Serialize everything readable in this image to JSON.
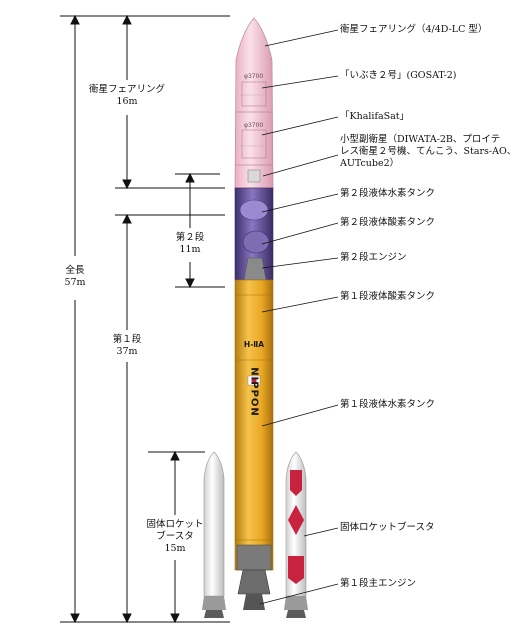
{
  "colors": {
    "fairing": "#f4c6d6",
    "fairing_edge": "#b98a9b",
    "body": "#e9a825",
    "body_dark": "#b57c10",
    "stage2": "#6a54a0",
    "booster": "#f3f3f3",
    "booster_accent": "#c7233f",
    "nozzle": "#6c6c6c"
  },
  "rocket_text": {
    "model": "H-ⅡA",
    "brand": "NIPPON",
    "fairing_dia_1": "φ3700",
    "fairing_dia_2": "φ3700"
  },
  "dimensions": {
    "total": {
      "label": "全長",
      "value": "57m"
    },
    "fairing": {
      "label": "衛星フェアリング",
      "value": "16m"
    },
    "stage2": {
      "label": "第２段",
      "value": "11m"
    },
    "stage1": {
      "label": "第１段",
      "value": "37m"
    },
    "srb": {
      "label_1": "固体ロケット",
      "label_2": "ブースタ",
      "value": "15m"
    }
  },
  "callouts": [
    {
      "lines": [
        "衛星フェアリング（4/4D-LC 型）"
      ]
    },
    {
      "lines": [
        "「いぶき２号」(GOSAT-2)"
      ]
    },
    {
      "lines": [
        "「KhalifaSat」"
      ]
    },
    {
      "lines": [
        "小型副衛星（DIWATA-2B、プロイテ",
        "レス衛星２号機、てんこう、Stars-AO、",
        "AUTcube2）"
      ]
    },
    {
      "lines": [
        "第２段液体水素タンク"
      ]
    },
    {
      "lines": [
        "第２段液体酸素タンク"
      ]
    },
    {
      "lines": [
        "第２段エンジン"
      ]
    },
    {
      "lines": [
        "第１段液体酸素タンク"
      ]
    },
    {
      "lines": [
        "第１段液体水素タンク"
      ]
    },
    {
      "lines": [
        "固体ロケットブースタ"
      ]
    },
    {
      "lines": [
        "第１段主エンジン"
      ]
    }
  ]
}
